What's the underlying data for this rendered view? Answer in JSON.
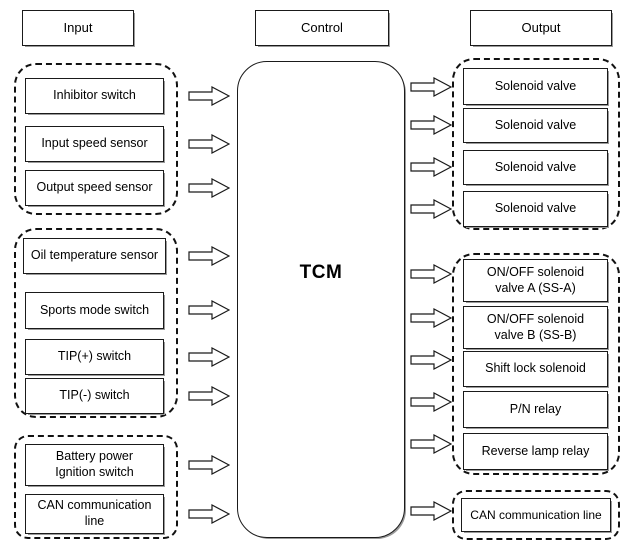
{
  "diagram": {
    "title": "TCM Input Control Output block diagram",
    "center_label": "TCM",
    "colors": {
      "line": "#1a1a1a",
      "shadow": "#9a9a9a",
      "background": "#ffffff"
    }
  },
  "headers": [
    {
      "label": "Input"
    },
    {
      "label": "Control"
    },
    {
      "label": "Output"
    }
  ],
  "input_groups": [
    {
      "items": [
        {
          "label": "Inhibitor switch"
        },
        {
          "label": "Input speed sensor"
        },
        {
          "label": "Output speed sensor"
        }
      ]
    },
    {
      "items": [
        {
          "label": "Oil temperature sensor"
        },
        {
          "label": "Sports mode switch"
        },
        {
          "label": "TIP(+) switch"
        },
        {
          "label": "TIP(-) switch"
        }
      ]
    },
    {
      "items": [
        {
          "label": "Battery power\nIgnition switch",
          "line1": "Battery power",
          "line2": "Ignition switch"
        },
        {
          "label": "CAN communication\nline",
          "line1": "CAN communication",
          "line2": "line"
        }
      ]
    }
  ],
  "output_groups": [
    {
      "items": [
        {
          "label": "Solenoid valve"
        },
        {
          "label": "Solenoid valve"
        },
        {
          "label": "Solenoid valve"
        },
        {
          "label": "Solenoid valve"
        }
      ]
    },
    {
      "items": [
        {
          "label": "ON/OFF solenoid\nvalve A (SS-A)",
          "line1": "ON/OFF solenoid",
          "line2": "valve A (SS-A)"
        },
        {
          "label": "ON/OFF solenoid\nvalve B (SS-B)",
          "line1": "ON/OFF solenoid",
          "line2": "valve B (SS-B)"
        },
        {
          "label": "Shift lock solenoid"
        },
        {
          "label": "P/N relay"
        },
        {
          "label": "Reverse lamp relay"
        }
      ]
    },
    {
      "items": [
        {
          "label": "CAN communication line"
        }
      ]
    }
  ],
  "arrows": {
    "icon": "block-arrow-right-icon",
    "input_side_count": 9,
    "output_side_count": 10
  }
}
